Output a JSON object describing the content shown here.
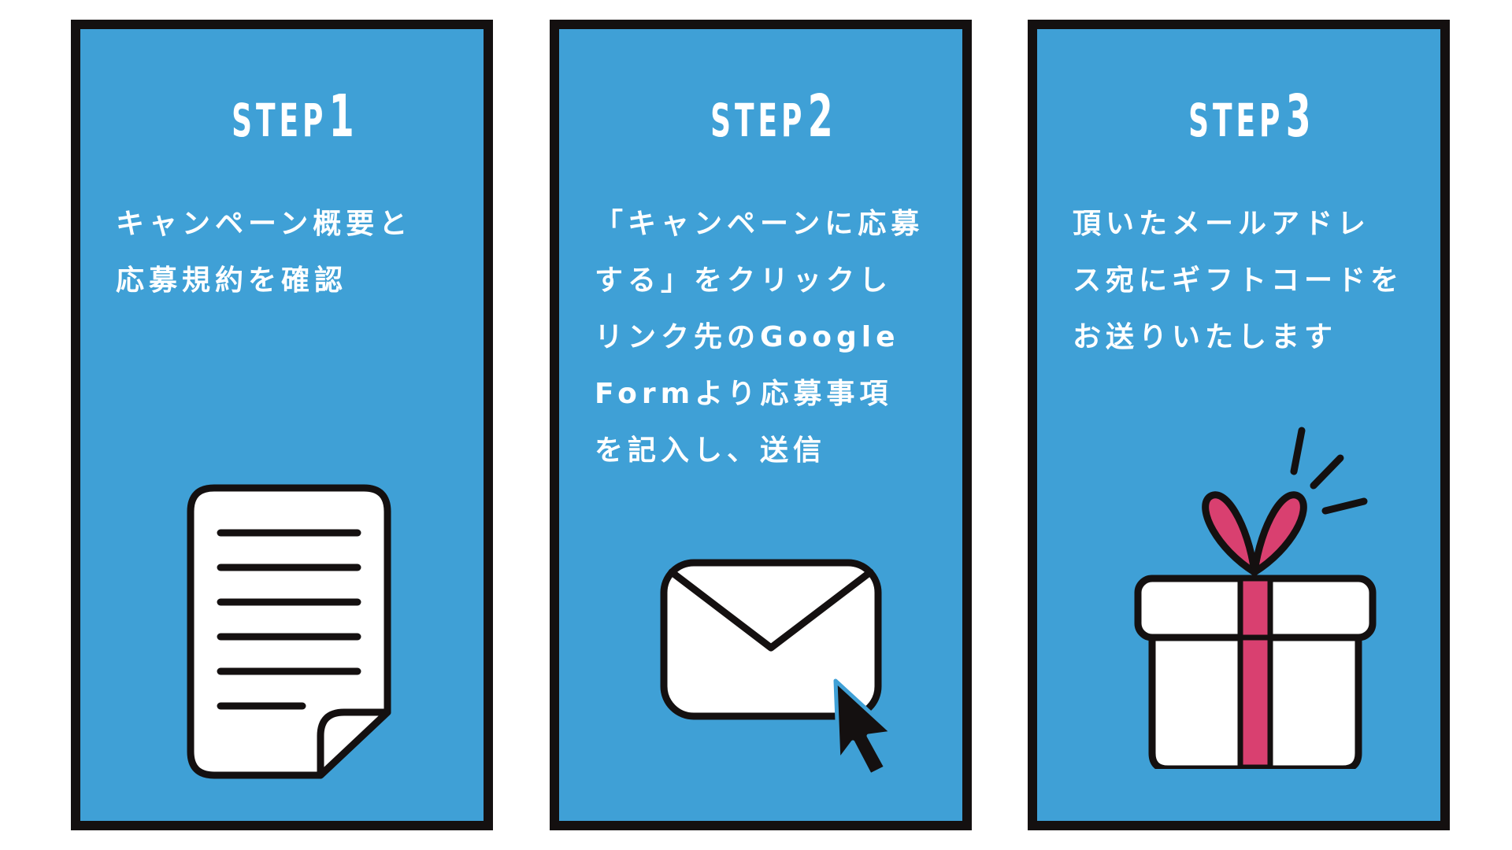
{
  "steps": [
    {
      "word": "STEP",
      "number": "1",
      "lines": [
        "キャンペーン概要と",
        "応募規約を確認"
      ],
      "icon": "document-icon"
    },
    {
      "word": "STEP",
      "number": "2",
      "lines": [
        "「キャンペーンに応募",
        "する」をクリックし",
        "リンク先のGoogle",
        "Formより応募事項",
        "を記入し、送信"
      ],
      "icon": "mail-click-icon"
    },
    {
      "word": "STEP",
      "number": "3",
      "lines": [
        "頂いたメールアドレ",
        "ス宛にギフトコードを",
        "お送りいたします"
      ],
      "icon": "gift-icon"
    }
  ],
  "colors": {
    "card_background": "#3fa0d6",
    "card_border": "#141010",
    "text": "#ffffff",
    "ribbon": "#d94070"
  }
}
